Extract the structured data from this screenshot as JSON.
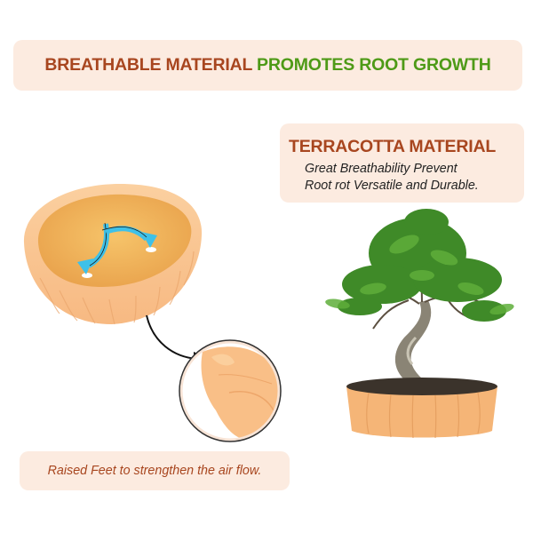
{
  "header": {
    "part1": "BREATHABLE MATERIAL",
    "part2": "PROMOTES ROOT GROWTH"
  },
  "feature": {
    "title": "TERRACOTTA MATERIAL",
    "description_line1": "Great Breathability Prevent",
    "description_line2": "Root rot Versatile and Durable."
  },
  "caption": {
    "text": "Raised Feet to strengthen the air flow."
  },
  "colors": {
    "box_bg": "#fcebe0",
    "brown_text": "#a8461f",
    "green_text": "#4e9a17",
    "terracotta": "#f5b577",
    "arrow_blue": "#3ec1e8"
  },
  "images": {
    "bowl": "terracotta-bowl-top-view-with-drainage-holes",
    "detail": "magnified-raised-feet-detail",
    "bonsai": "bonsai-tree-in-terracotta-pot"
  }
}
